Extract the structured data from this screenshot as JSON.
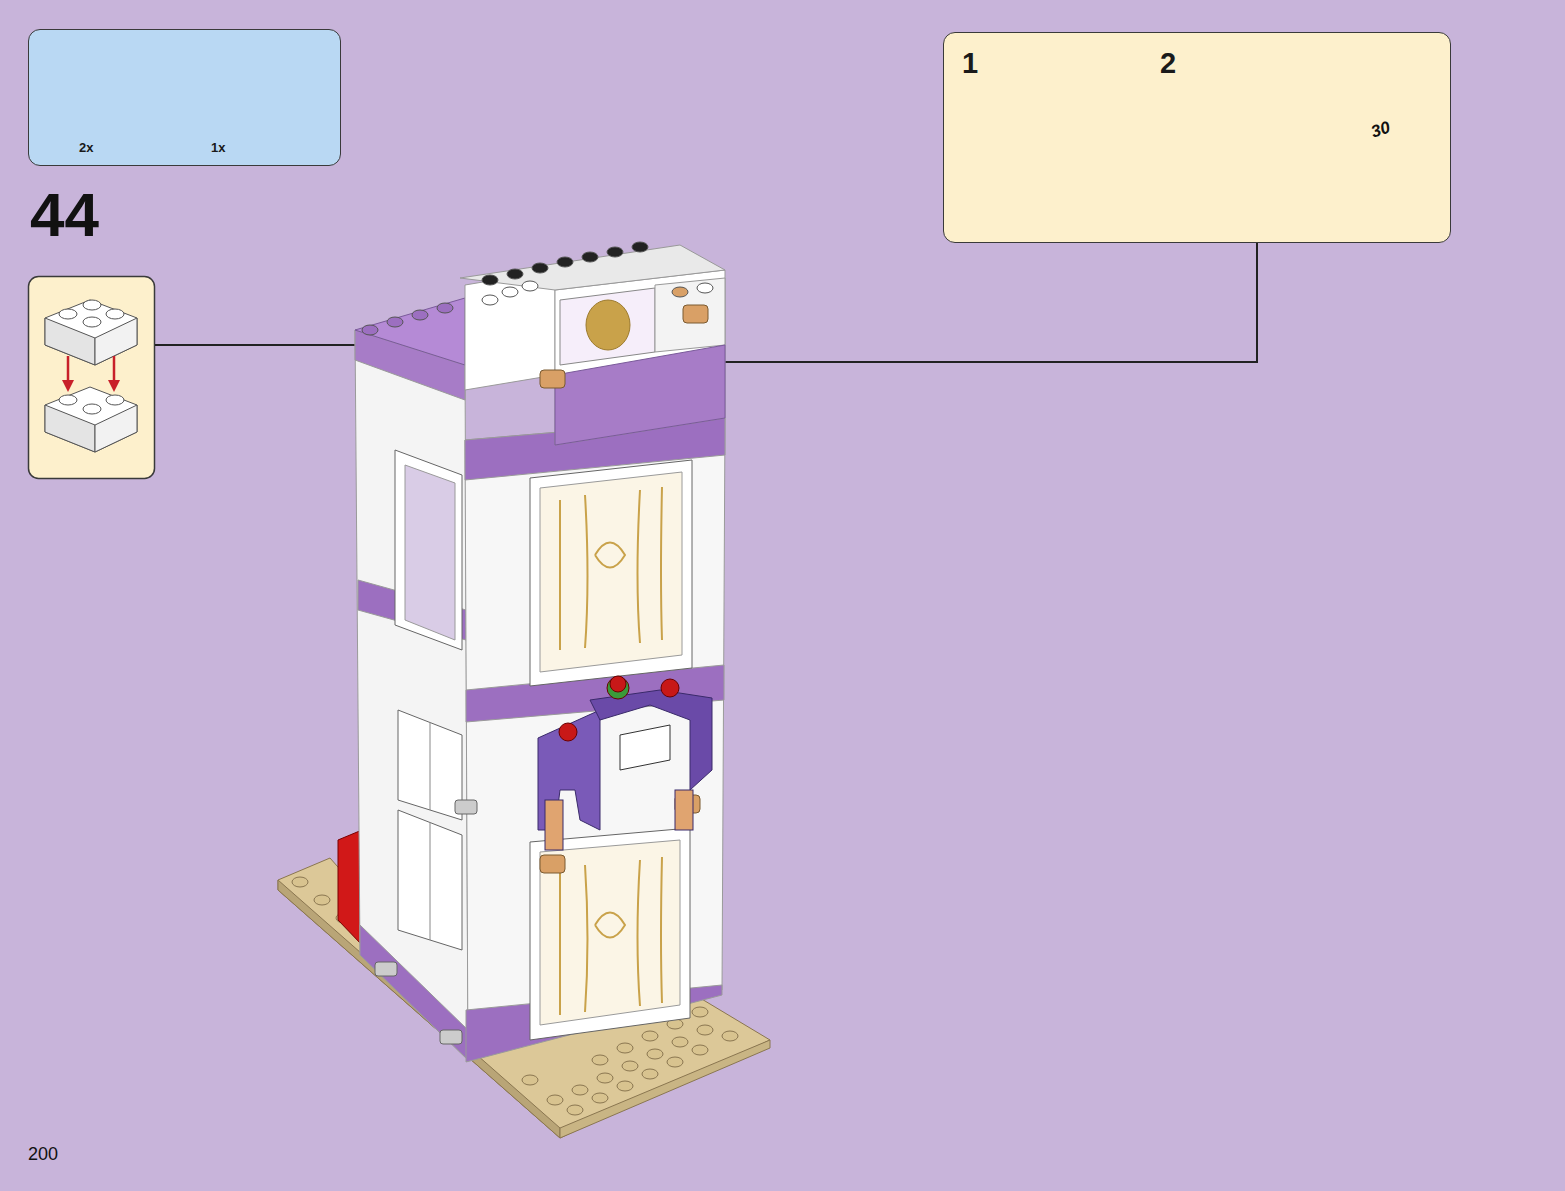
{
  "diagram": {
    "nodes": [
      {
        "text": [
          "2x",
          "1x"
        ]
      },
      {
        "text": [
          "1",
          "2"
        ]
      }
    ],
    "labels": [
      "44",
      "30",
      "200"
    ]
  }
}
